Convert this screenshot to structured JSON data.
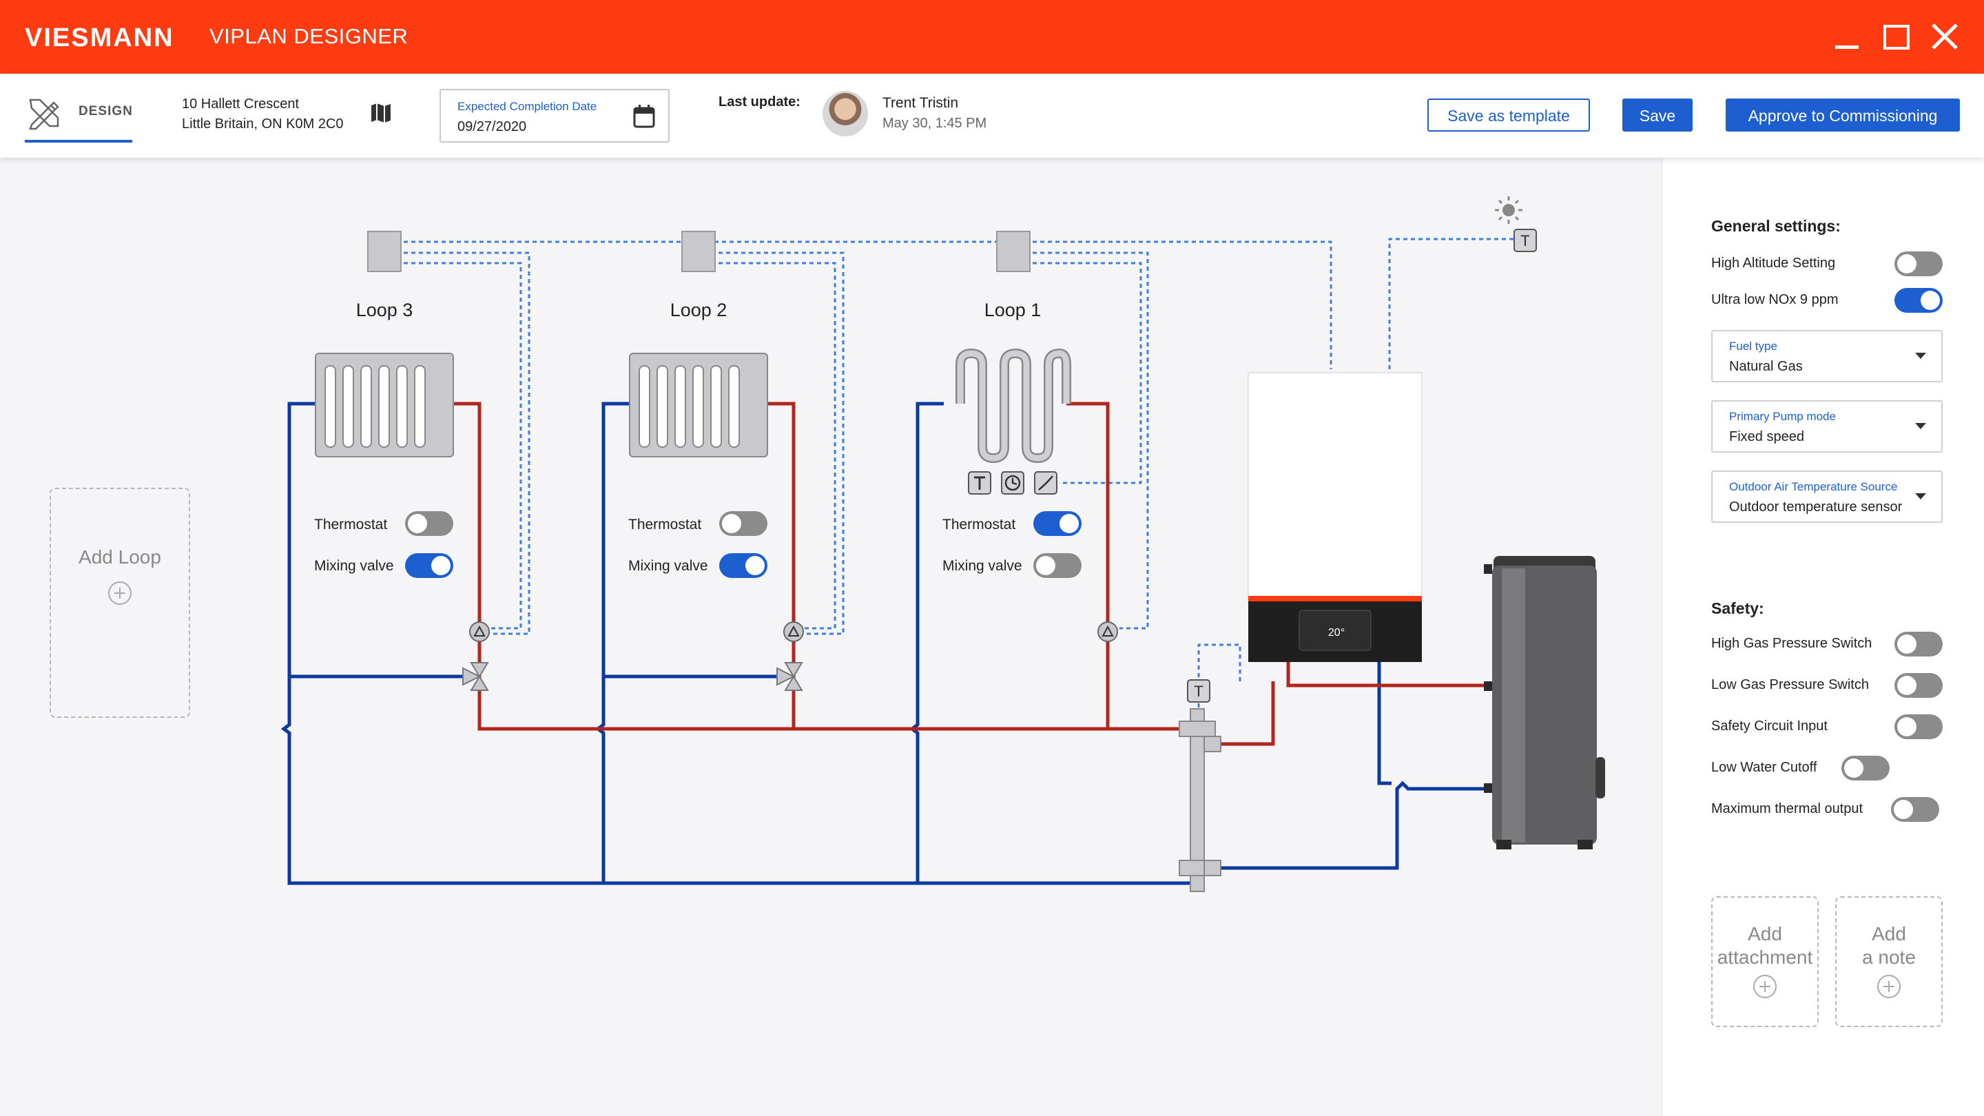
{
  "app": {
    "brand": "VIESMANN",
    "title": "VIPLAN DESIGNER"
  },
  "toolbar": {
    "design_tab": "DESIGN",
    "address_line1": "10 Hallett Crescent",
    "address_line2": "Little Britain, ON K0M 2C0",
    "completion_label": "Expected Completion Date",
    "completion_date": "09/27/2020",
    "last_update_label": "Last update:",
    "user_name": "Trent Tristin",
    "update_time": "May 30, 1:45 PM",
    "save_template": "Save as template",
    "save": "Save",
    "approve": "Approve to Commissioning"
  },
  "canvas": {
    "add_loop": "Add Loop",
    "loops": [
      {
        "title": "Loop 3",
        "thermostat_label": "Thermostat",
        "thermostat_on": false,
        "mixing_label": "Mixing valve",
        "mixing_on": true
      },
      {
        "title": "Loop 2",
        "thermostat_label": "Thermostat",
        "thermostat_on": false,
        "mixing_label": "Mixing valve",
        "mixing_on": true
      },
      {
        "title": "Loop 1",
        "thermostat_label": "Thermostat",
        "thermostat_on": true,
        "mixing_label": "Mixing valve",
        "mixing_on": false
      }
    ],
    "boiler_display": "20°",
    "sensor_letter": "T"
  },
  "panel": {
    "general_title": "General settings:",
    "general": [
      {
        "label": "High Altitude Setting",
        "on": false
      },
      {
        "label": "Ultra low NOx 9 ppm",
        "on": true
      }
    ],
    "selects": [
      {
        "label": "Fuel type",
        "value": "Natural Gas"
      },
      {
        "label": "Primary Pump mode",
        "value": "Fixed speed"
      },
      {
        "label": "Outdoor Air Temperature Source",
        "value": "Outdoor temperature sensor"
      }
    ],
    "safety_title": "Safety:",
    "safety": [
      {
        "label": "High Gas Pressure Switch",
        "on": false
      },
      {
        "label": "Low Gas Pressure Switch",
        "on": false
      },
      {
        "label": "Safety Circuit Input",
        "on": false
      },
      {
        "label": "Low Water Cutoff",
        "on": false
      },
      {
        "label": "Maximum thermal output",
        "on": false
      }
    ],
    "add_attachment_1": "Add",
    "add_attachment_2": "attachment",
    "add_note_1": "Add",
    "add_note_2": "a note"
  },
  "colors": {
    "header": "#ff3b12",
    "accent": "#1d5fd1",
    "supply": "#b3261e",
    "return": "#0d3a9e",
    "signal": "#3f7fe0"
  }
}
